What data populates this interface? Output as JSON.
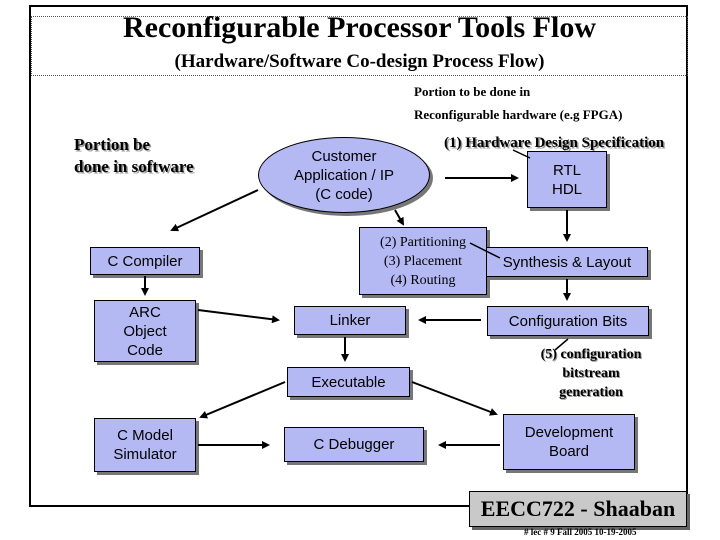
{
  "title": "Reconfigurable Processor Tools Flow",
  "subtitle": "(Hardware/Software Co-design Process Flow)",
  "hw_note": [
    "Portion to be done in",
    "Reconfigurable hardware (e.g FPGA)"
  ],
  "sw_note": [
    "Portion be",
    "done in software"
  ],
  "nodes": {
    "customer": [
      "Customer",
      "Application / IP",
      "(C code)"
    ],
    "hw_spec": "(1) Hardware Design Specification",
    "rtl": [
      "RTL",
      "HDL"
    ],
    "partition": [
      "(2) Partitioning",
      "(3) Placement",
      "(4) Routing"
    ],
    "c_compiler": "C Compiler",
    "synthesis": "Synthesis & Layout",
    "arc": [
      "ARC",
      "Object",
      "Code"
    ],
    "linker": "Linker",
    "config_bits": "Configuration Bits",
    "config_gen": [
      "(5) configuration",
      "bitstream",
      "generation"
    ],
    "executable": "Executable",
    "c_model": [
      "C Model",
      "Simulator"
    ],
    "c_debugger": "C Debugger",
    "dev_board": [
      "Development",
      "Board"
    ]
  },
  "footer": {
    "course": "EECC722 - Shaaban",
    "sub": "#  lec # 9     Fall 2005   10-19-2005"
  },
  "colors": {
    "box_fill": "#b4b8f3",
    "footer_fill": "#c9c9c9"
  }
}
